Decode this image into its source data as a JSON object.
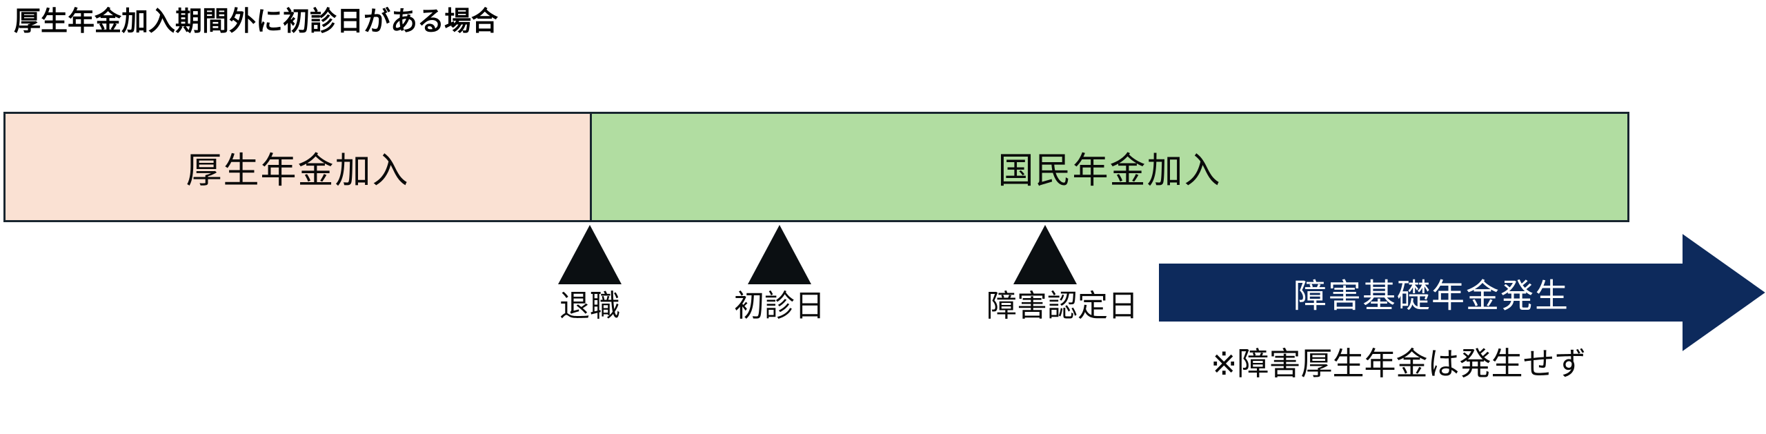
{
  "title": "厚生年金加入期間外に初診日がある場合",
  "timeline": {
    "segments": [
      {
        "label": "厚生年金加入",
        "fill": "#fae1d3"
      },
      {
        "label": "国民年金加入",
        "fill": "#b1dda1"
      }
    ],
    "border_color": "#18252f"
  },
  "markers": [
    {
      "label": "退職",
      "icon": "up-triangle-marker"
    },
    {
      "label": "初診日",
      "icon": "up-triangle-marker"
    },
    {
      "label": "障害認定日",
      "icon": "up-triangle-marker"
    }
  ],
  "arrow": {
    "label": "障害基礎年金発生",
    "fill": "#0d2a5c",
    "text_color": "#ffffff",
    "icon": "right-arrow-banner"
  },
  "note": "※障害厚生年金は発生せず"
}
